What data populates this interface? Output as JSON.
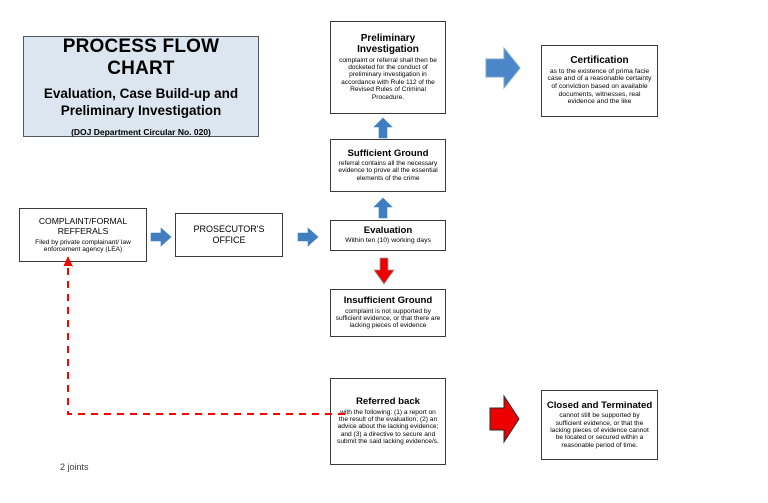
{
  "chart_data": {
    "type": "diagram",
    "title": "PROCESS FLOW CHART",
    "subtitle": "Evaluation, Case Build-up and Preliminary Investigation"
  },
  "title_panel": {
    "heading": "PROCESS FLOW CHART",
    "subheading": "Evaluation, Case Build-up and Preliminary Investigation",
    "reference": "(DOJ Department Circular No. 020)",
    "fill_color": "#dce6f1"
  },
  "nodes": {
    "preliminary_investigation": {
      "title": "Preliminary Investigation",
      "body": "complaint or referral shall then be docketed for the conduct of preliminary investigation in accordance with Rule 112 of the Revised Rules of Criminal Procedure."
    },
    "certification": {
      "title": "Certification",
      "body": "as to the existence of prima facie case and of a reasonable certainty of conviction based on available documents, witnesses, real evidence and the like"
    },
    "sufficient_ground": {
      "title": "Sufficient Ground",
      "body": "referral contains all the necessary evidence to prove all the essential elements of the crime"
    },
    "complaint_referrals": {
      "title": "COMPLAINT/FORMAL REFFERALS",
      "body": "Filed by private complainant/ law enforcement agency (LEA)"
    },
    "prosecutors_office": {
      "title": "PROSECUTOR'S OFFICE",
      "body": ""
    },
    "evaluation": {
      "title": "Evaluation",
      "body": "Within ten (10) working days"
    },
    "insufficient_ground": {
      "title": "Insufficient Ground",
      "body": "complaint is not supported by sufficient evidence, or that there are lacking pieces of evidence"
    },
    "referred_back": {
      "title": "Referred back",
      "body": "with the following: (1) a report on the result of the evaluation; (2) an advice about the lacking evidence; and (3) a directive to secure and submit the said lacking evidence/s."
    },
    "closed_terminated": {
      "title": "Closed and Terminated",
      "body": "cannot still be supported by sufficient evidence, or that the lacking pieces of evidence cannot be located or secured within a reasonable period of time."
    }
  },
  "arrows": {
    "blue_color": "#4a86c8",
    "red_color": "#ee0000",
    "dashed_color": "#ff0000",
    "prelim_to_certification": "arrow-right-blue-icon",
    "complaint_to_prosecutor": "arrow-right-blue-icon",
    "prosecutor_to_evaluation": "arrow-right-blue-icon",
    "evaluation_to_sufficient": "arrow-up-blue-icon",
    "sufficient_to_preliminary": "arrow-up-blue-icon",
    "evaluation_to_insufficient": "arrow-down-red-icon",
    "referred_to_closed": "arrow-right-red-icon",
    "referred_back_to_complaint": "dashed-feedback-line"
  },
  "footnote": {
    "text": "2 joints"
  }
}
